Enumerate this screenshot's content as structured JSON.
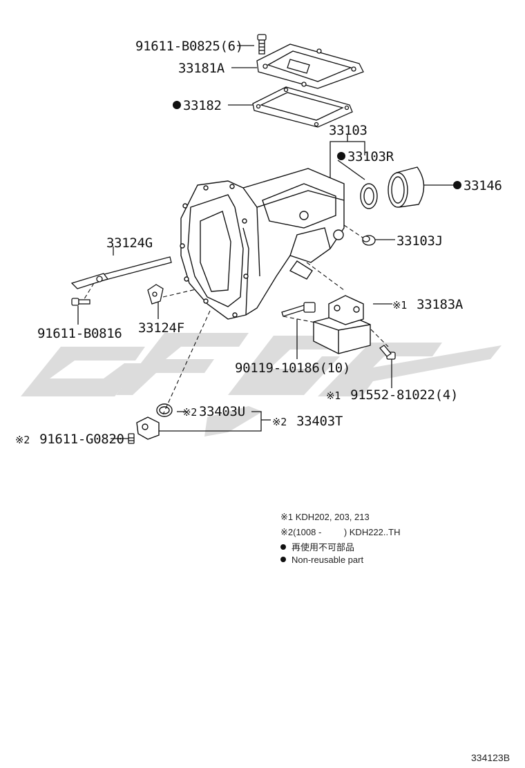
{
  "parts": {
    "p1": "91611-B0825(6)",
    "p2": "33181A",
    "p3": "33182",
    "p4": "33103",
    "p5": "33103R",
    "p6": "33146",
    "p7": "33103J",
    "p8": "33124G",
    "p9": "91611-B0816",
    "p10": "33124F",
    "p11": "33183A",
    "p12": "90119-10186(10)",
    "p13": "91552-81022(4)",
    "p14": "33403U",
    "p15": "33403T",
    "p16": "91611-G0820"
  },
  "marks": {
    "m1": "※1",
    "m2": "※2"
  },
  "notes": {
    "n1_mark": "※1",
    "n1_text": "KDH202, 203, 213",
    "n2_mark": "※2",
    "n2_text": "(1008 -         ) KDH222..TH",
    "n3_text": "再使用不可部品",
    "n4_text": "Non-reusable part"
  },
  "diagram_code": "334123B",
  "colors": {
    "ink": "#111111",
    "watermark": "#d9d9d9"
  }
}
